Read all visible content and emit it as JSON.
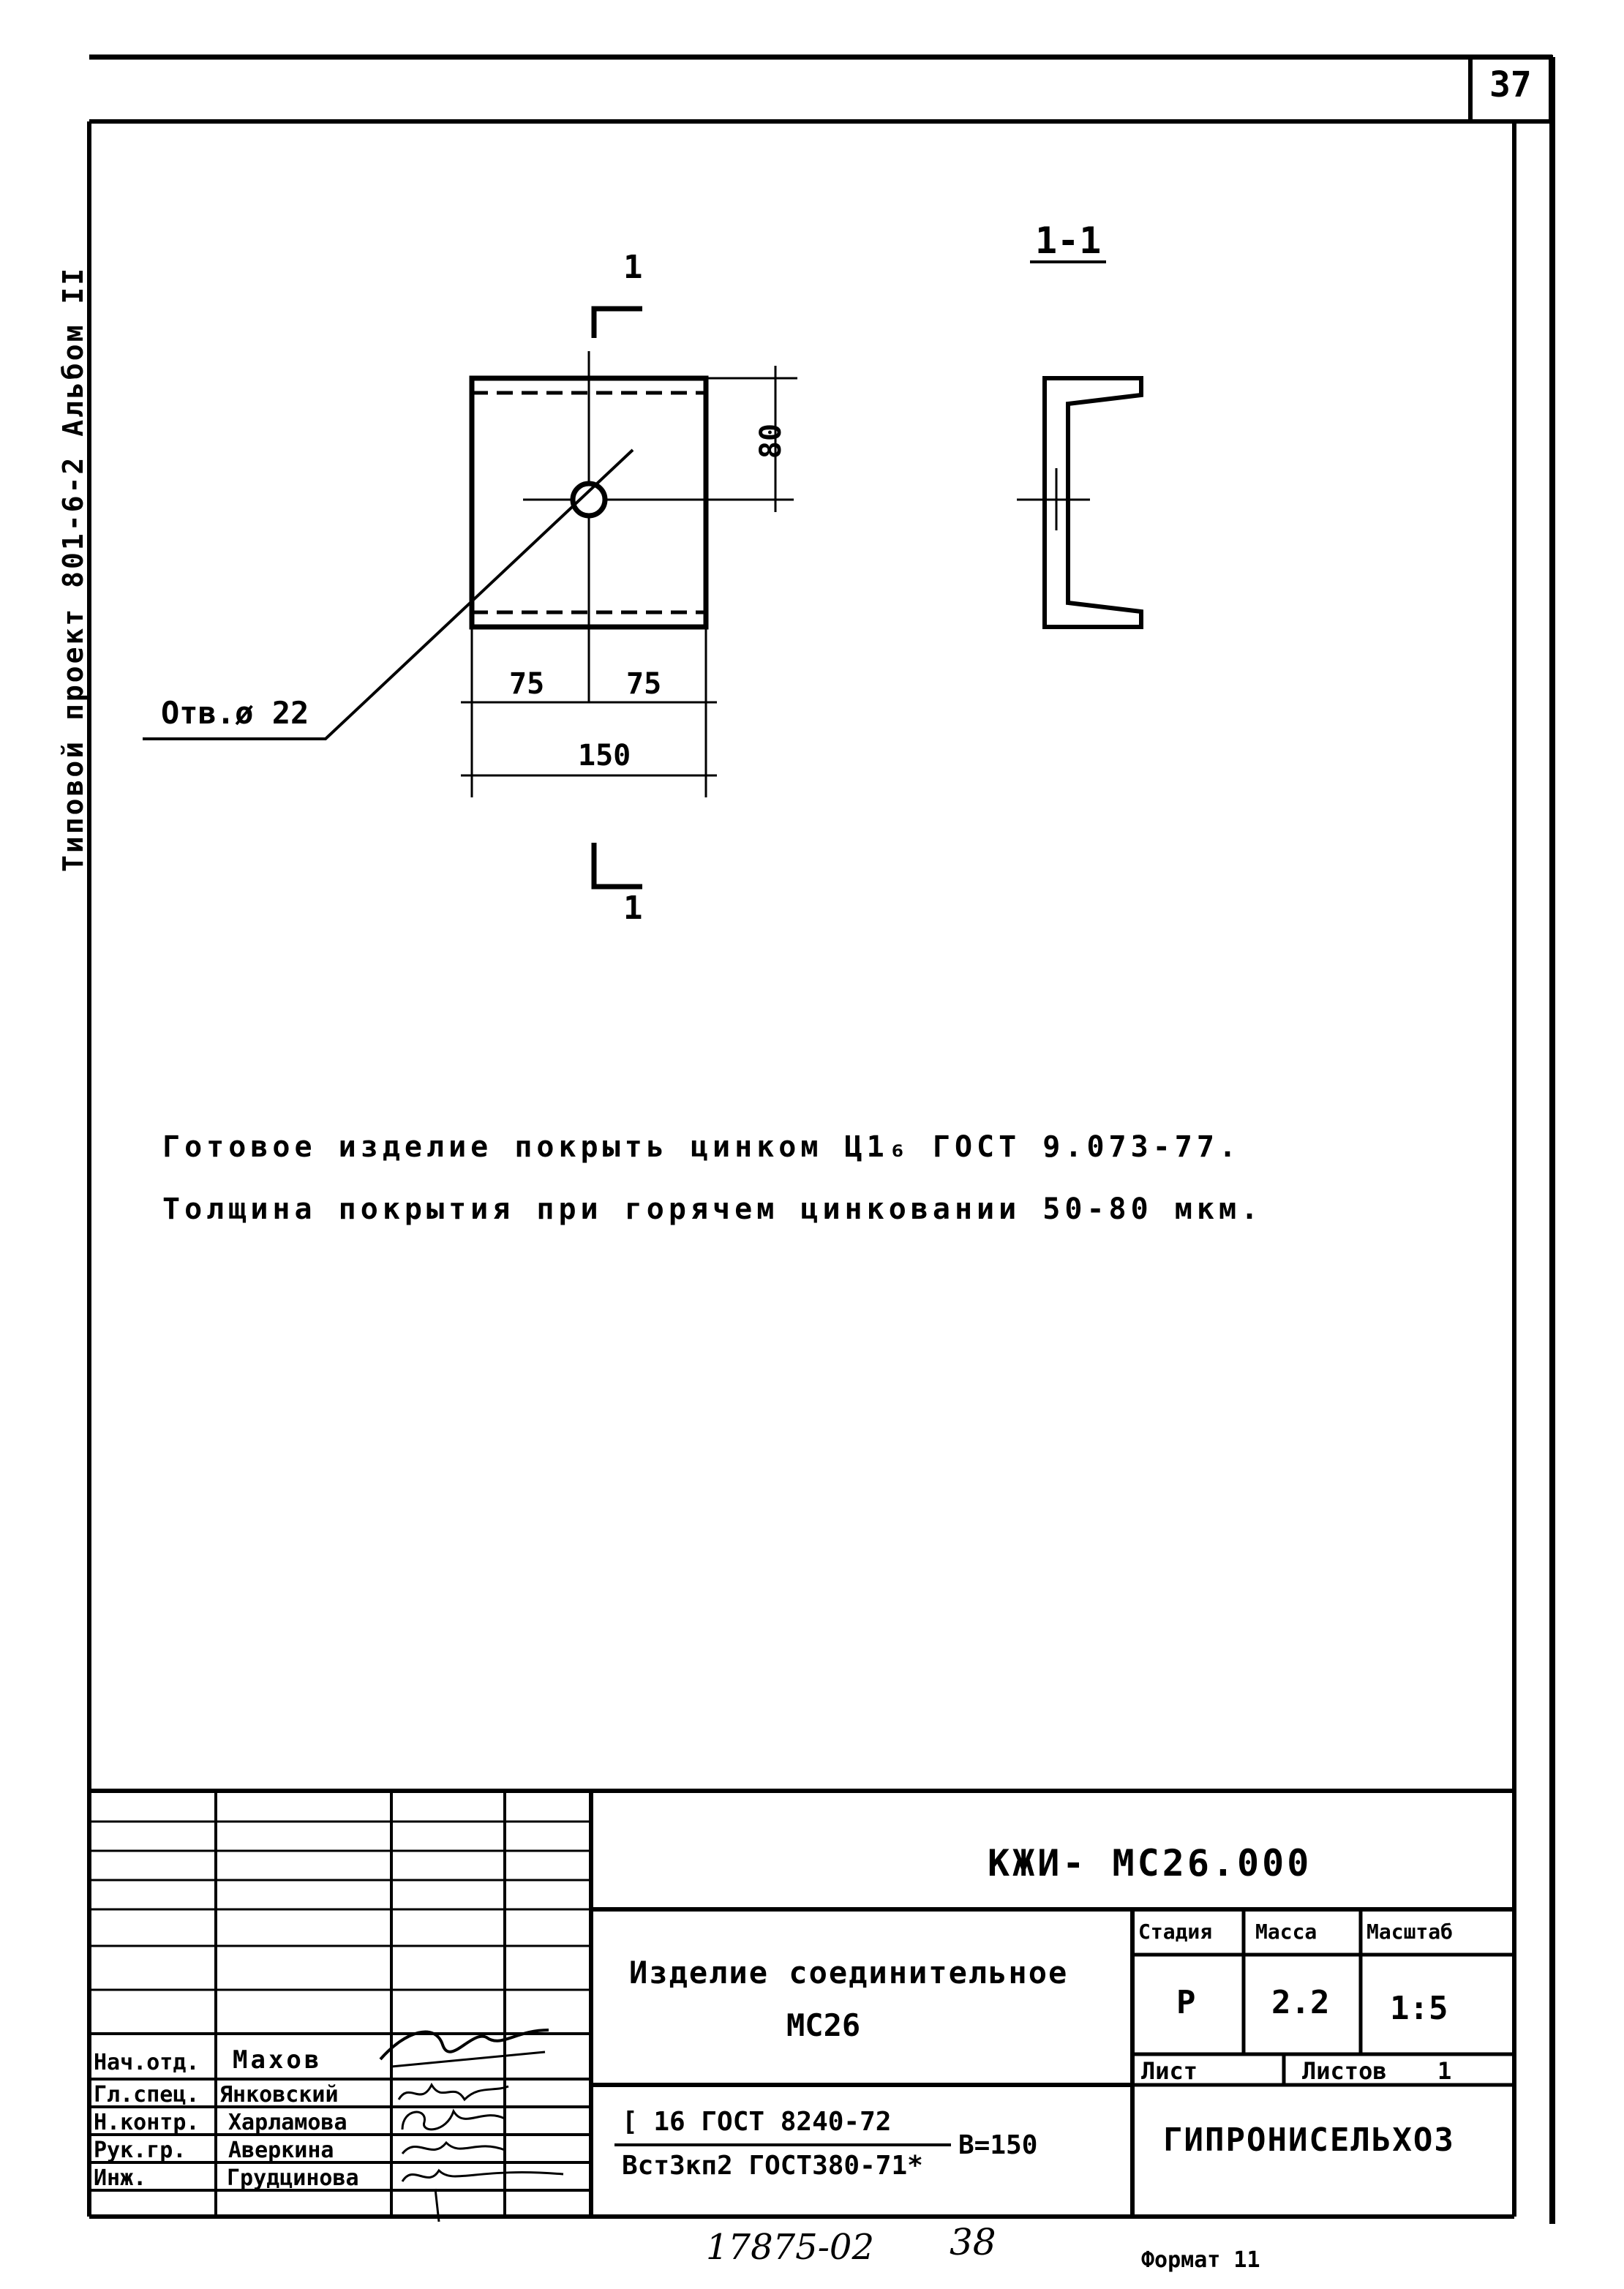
{
  "page_number": "37",
  "side_label": "Типовой проект 801-6-2   Альбом II",
  "drawing": {
    "section_label": "1-1",
    "cut_mark_top_number": "1",
    "cut_mark_bottom_number": "1",
    "dim_height": "80",
    "dim_left": "75",
    "dim_right": "75",
    "dim_total": "150",
    "hole_label": "Отв.ø 22"
  },
  "notes": [
    "Готовое изделие покрыть цинком Ц1₆ ГОСТ 9.073-77.",
    "Толщина покрытия при горячем цинковании 50-80 мкм."
  ],
  "title_block": {
    "code": "КЖИ- МС26.000",
    "product_name_line1": "Изделие соединительное",
    "product_name_line2": "МС26",
    "stage_header": "Стадия",
    "mass_header": "Масса",
    "scale_header": "Масштаб",
    "stage_value": "Р",
    "mass_value": "2.2",
    "scale_value": "1:5",
    "sheet_label": "Лист",
    "sheets_label": "Листов",
    "sheets_value": "1",
    "material_line1": "[ 16 ГОСТ 8240-72",
    "material_line2": "Вст3кп2 ГОСТ380-71*",
    "material_length": "В=150",
    "organization": "ГИПРОНИСЕЛЬХОЗ",
    "staff": [
      {
        "role": "Нач.отд.",
        "name": "Махов"
      },
      {
        "role": "Гл.спец.",
        "name": "Янковский"
      },
      {
        "role": "Н.контр.",
        "name": "Харламова"
      },
      {
        "role": "Рук.гр.",
        "name": "Аверкина"
      },
      {
        "role": "Инж.",
        "name": "Грудцинова"
      }
    ]
  },
  "footer": {
    "inventory": "17875-02",
    "page_ref": "38",
    "format": "Формат 11"
  }
}
